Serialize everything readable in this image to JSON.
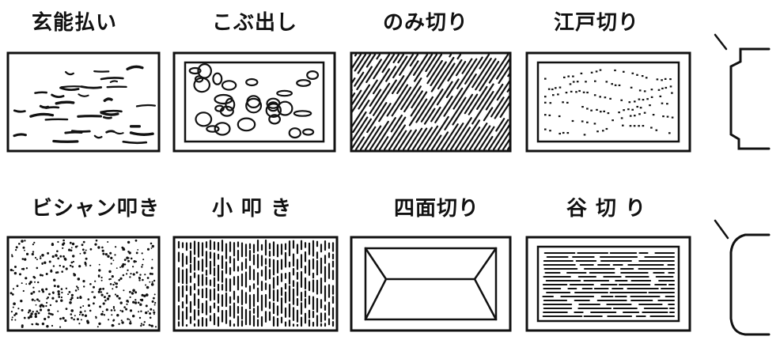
{
  "row1": {
    "genno": "玄能払い",
    "kobudashi": "こぶ出し",
    "nomi": "のみ切り",
    "edo": "江戸切り"
  },
  "row2": {
    "bishan": "ビシャン叩き",
    "kotataki": "小 叩 き",
    "shimen": "四面切り",
    "tani": "谷 切 り"
  }
}
